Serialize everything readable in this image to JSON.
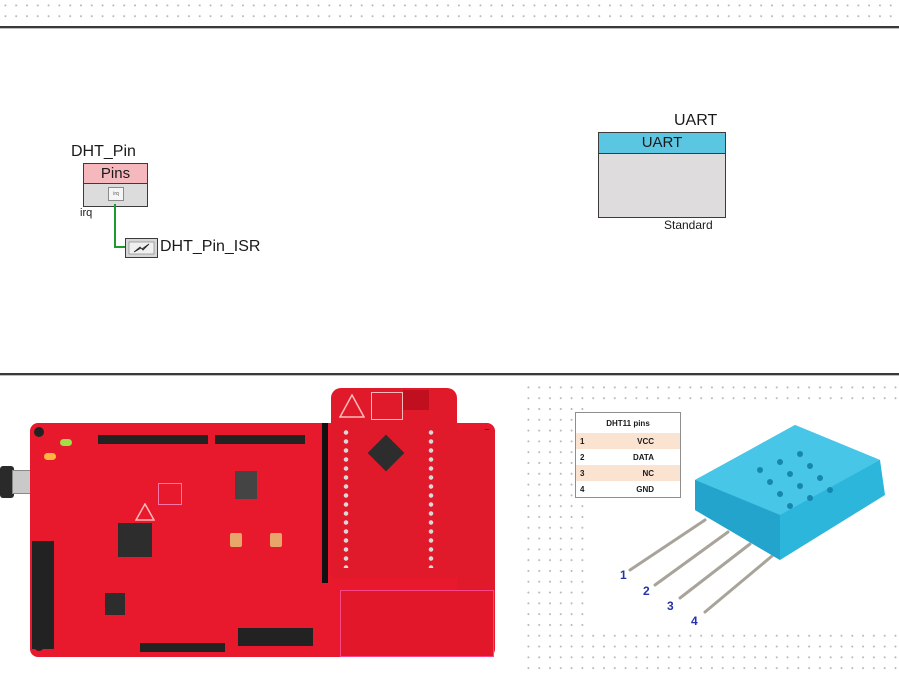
{
  "schematic": {
    "pins_component": {
      "instance_name": "DHT_Pin",
      "type_label": "Pins",
      "terminal_label": "irq",
      "port_glyph": "irq",
      "header_color": "#f4b8bd"
    },
    "isr_component": {
      "instance_name": "DHT_Pin_ISR",
      "icon": "interrupt-lightning-icon"
    },
    "uart_component": {
      "instance_name": "UART",
      "type_label": "UART",
      "config_label": "Standard",
      "header_color": "#5bc6e2"
    },
    "wire_color": "#1f9a2e"
  },
  "photos": {
    "dev_board": {
      "description": "Red PSoC 4 BLE pioneer kit development board with USB cable",
      "color": "#e8192c"
    },
    "sensor": {
      "description": "Blue DHT11 temperature and humidity sensor with four pins",
      "color": "#2fb8dc",
      "pin_table": {
        "title": "DHT11 pins",
        "rows": [
          {
            "num": "1",
            "name": "VCC"
          },
          {
            "num": "2",
            "name": "DATA"
          },
          {
            "num": "3",
            "name": "NC"
          },
          {
            "num": "4",
            "name": "GND"
          }
        ]
      },
      "pin_numbers": [
        "1",
        "2",
        "3",
        "4"
      ]
    }
  }
}
